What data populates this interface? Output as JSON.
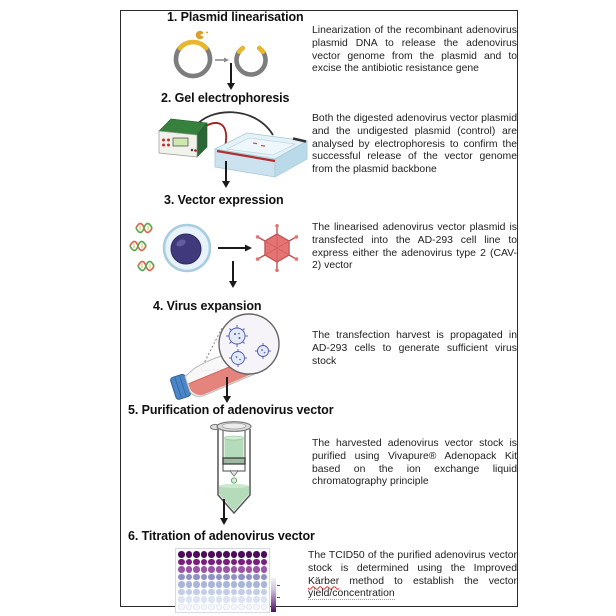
{
  "steps": [
    {
      "title": "1. Plasmid linearisation",
      "description": "Linearization of the recombinant adenovirus plasmid DNA to release the adenovirus vector genome from the plasmid and to excise the antibiotic resistance gene",
      "icon": "plasmid-linearisation-icon"
    },
    {
      "title": "2. Gel electrophoresis",
      "description": "Both the digested adenovirus vector plasmid and the undigested plasmid (control) are analysed by electrophoresis to confirm the successful release of the vector genome from the plasmid backbone",
      "icon": "gel-electrophoresis-icon"
    },
    {
      "title": "3. Vector expression",
      "description": "The linearised adenovirus vector plasmid is transfected into the AD-293 cell line to express either the adenovirus type 2 (CAV-2) vector",
      "icon": "cell-transfection-icon"
    },
    {
      "title": "4. Virus expansion",
      "description": "The transfection harvest is propagated in AD-293 cells to generate sufficient virus stock",
      "icon": "culture-flask-icon"
    },
    {
      "title": "5. Purification of adenovirus vector",
      "description": "The harvested adenovirus vector stock is purified using Vivapure® Adenopack Kit based on the ion exchange liquid chromatography principle",
      "icon": "purification-column-icon"
    },
    {
      "title": "6. Titration of adenovirus vector",
      "description_part1": "The TCID50 of the purified adenovirus vector stock is determined using the Improved ",
      "misspelled_word": "Kärber",
      "description_part2": " method to establish the vector ",
      "underlined_word": "yield/concentration",
      "icon": "well-plate-icon"
    }
  ],
  "plate": {
    "rows": 8,
    "cols": 12,
    "row_colors": [
      "#4a0d58",
      "#7b1d80",
      "#9a53a6",
      "#9190c5",
      "#a9b6d9",
      "#c2cee7",
      "#dce4f2",
      "#f4f6fa"
    ]
  },
  "colors": {
    "frame_border": "#2b2b2b",
    "arrow": "#1a1a1a",
    "plasmid_ring": "#7d7d7d",
    "plasmid_insert": "#e8b82a",
    "power_supply_green": "#37813f",
    "gel_tank_blue": "#cce2ee",
    "electrode_red": "#b03030",
    "cell_nucleus": "#403a7c",
    "adenovirus_red": "#e57373",
    "flask_cap_blue": "#4a86c8",
    "flask_medium_pink": "#e5837d",
    "column_green": "#b5dcba",
    "virus_particle_blue": "#4a5aa8"
  }
}
